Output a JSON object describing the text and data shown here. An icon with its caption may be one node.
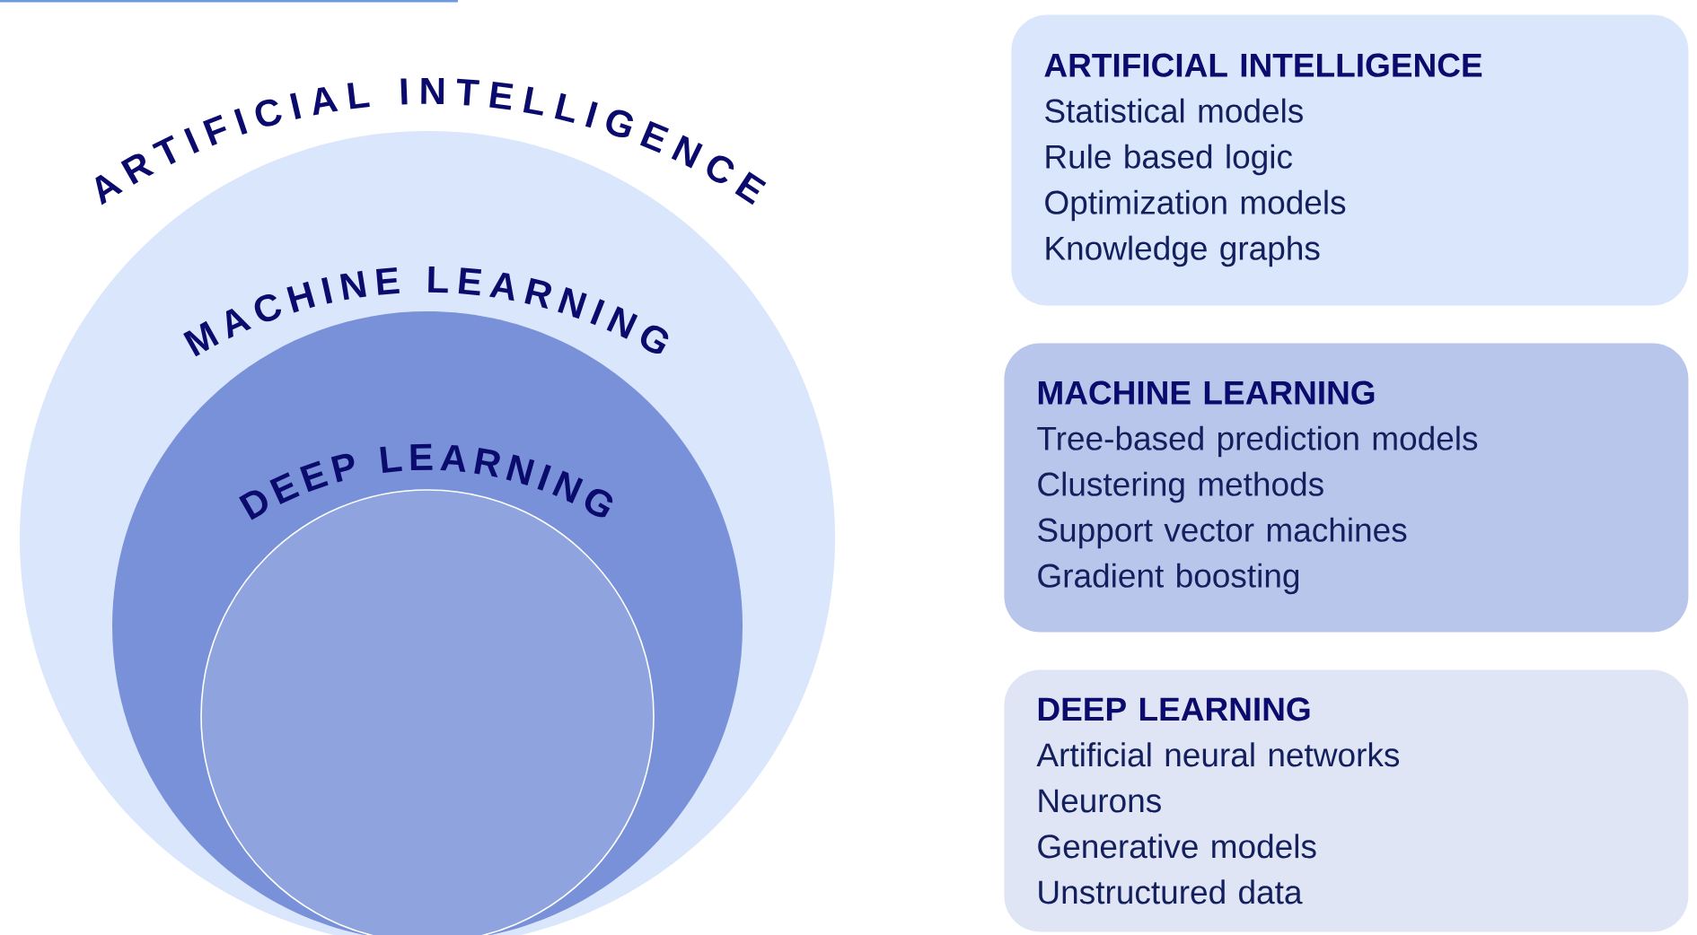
{
  "diagram": {
    "nodes": [
      {
        "text": [
          "ARTIFICIAL INTELLIGENCE"
        ]
      },
      {
        "text": [
          "MACHINE LEARNING"
        ],
        "in": 0
      },
      {
        "text": [
          "DEEP LEARNING"
        ],
        "in": 1
      },
      {
        "text": [
          "ARTIFICIAL INTELLIGENCE",
          "Statistical models",
          "Rule based logic",
          "Optimization models",
          "Knowledge graphs"
        ]
      },
      {
        "text": [
          "MACHINE LEARNING",
          "Tree-based prediction models",
          "Clustering methods",
          "Support vector machines",
          "Gradient boosting"
        ]
      },
      {
        "text": [
          "DEEP LEARNING",
          "Artificial neural networks",
          "Neurons",
          "Generative models",
          "Unstructured data"
        ]
      }
    ]
  }
}
